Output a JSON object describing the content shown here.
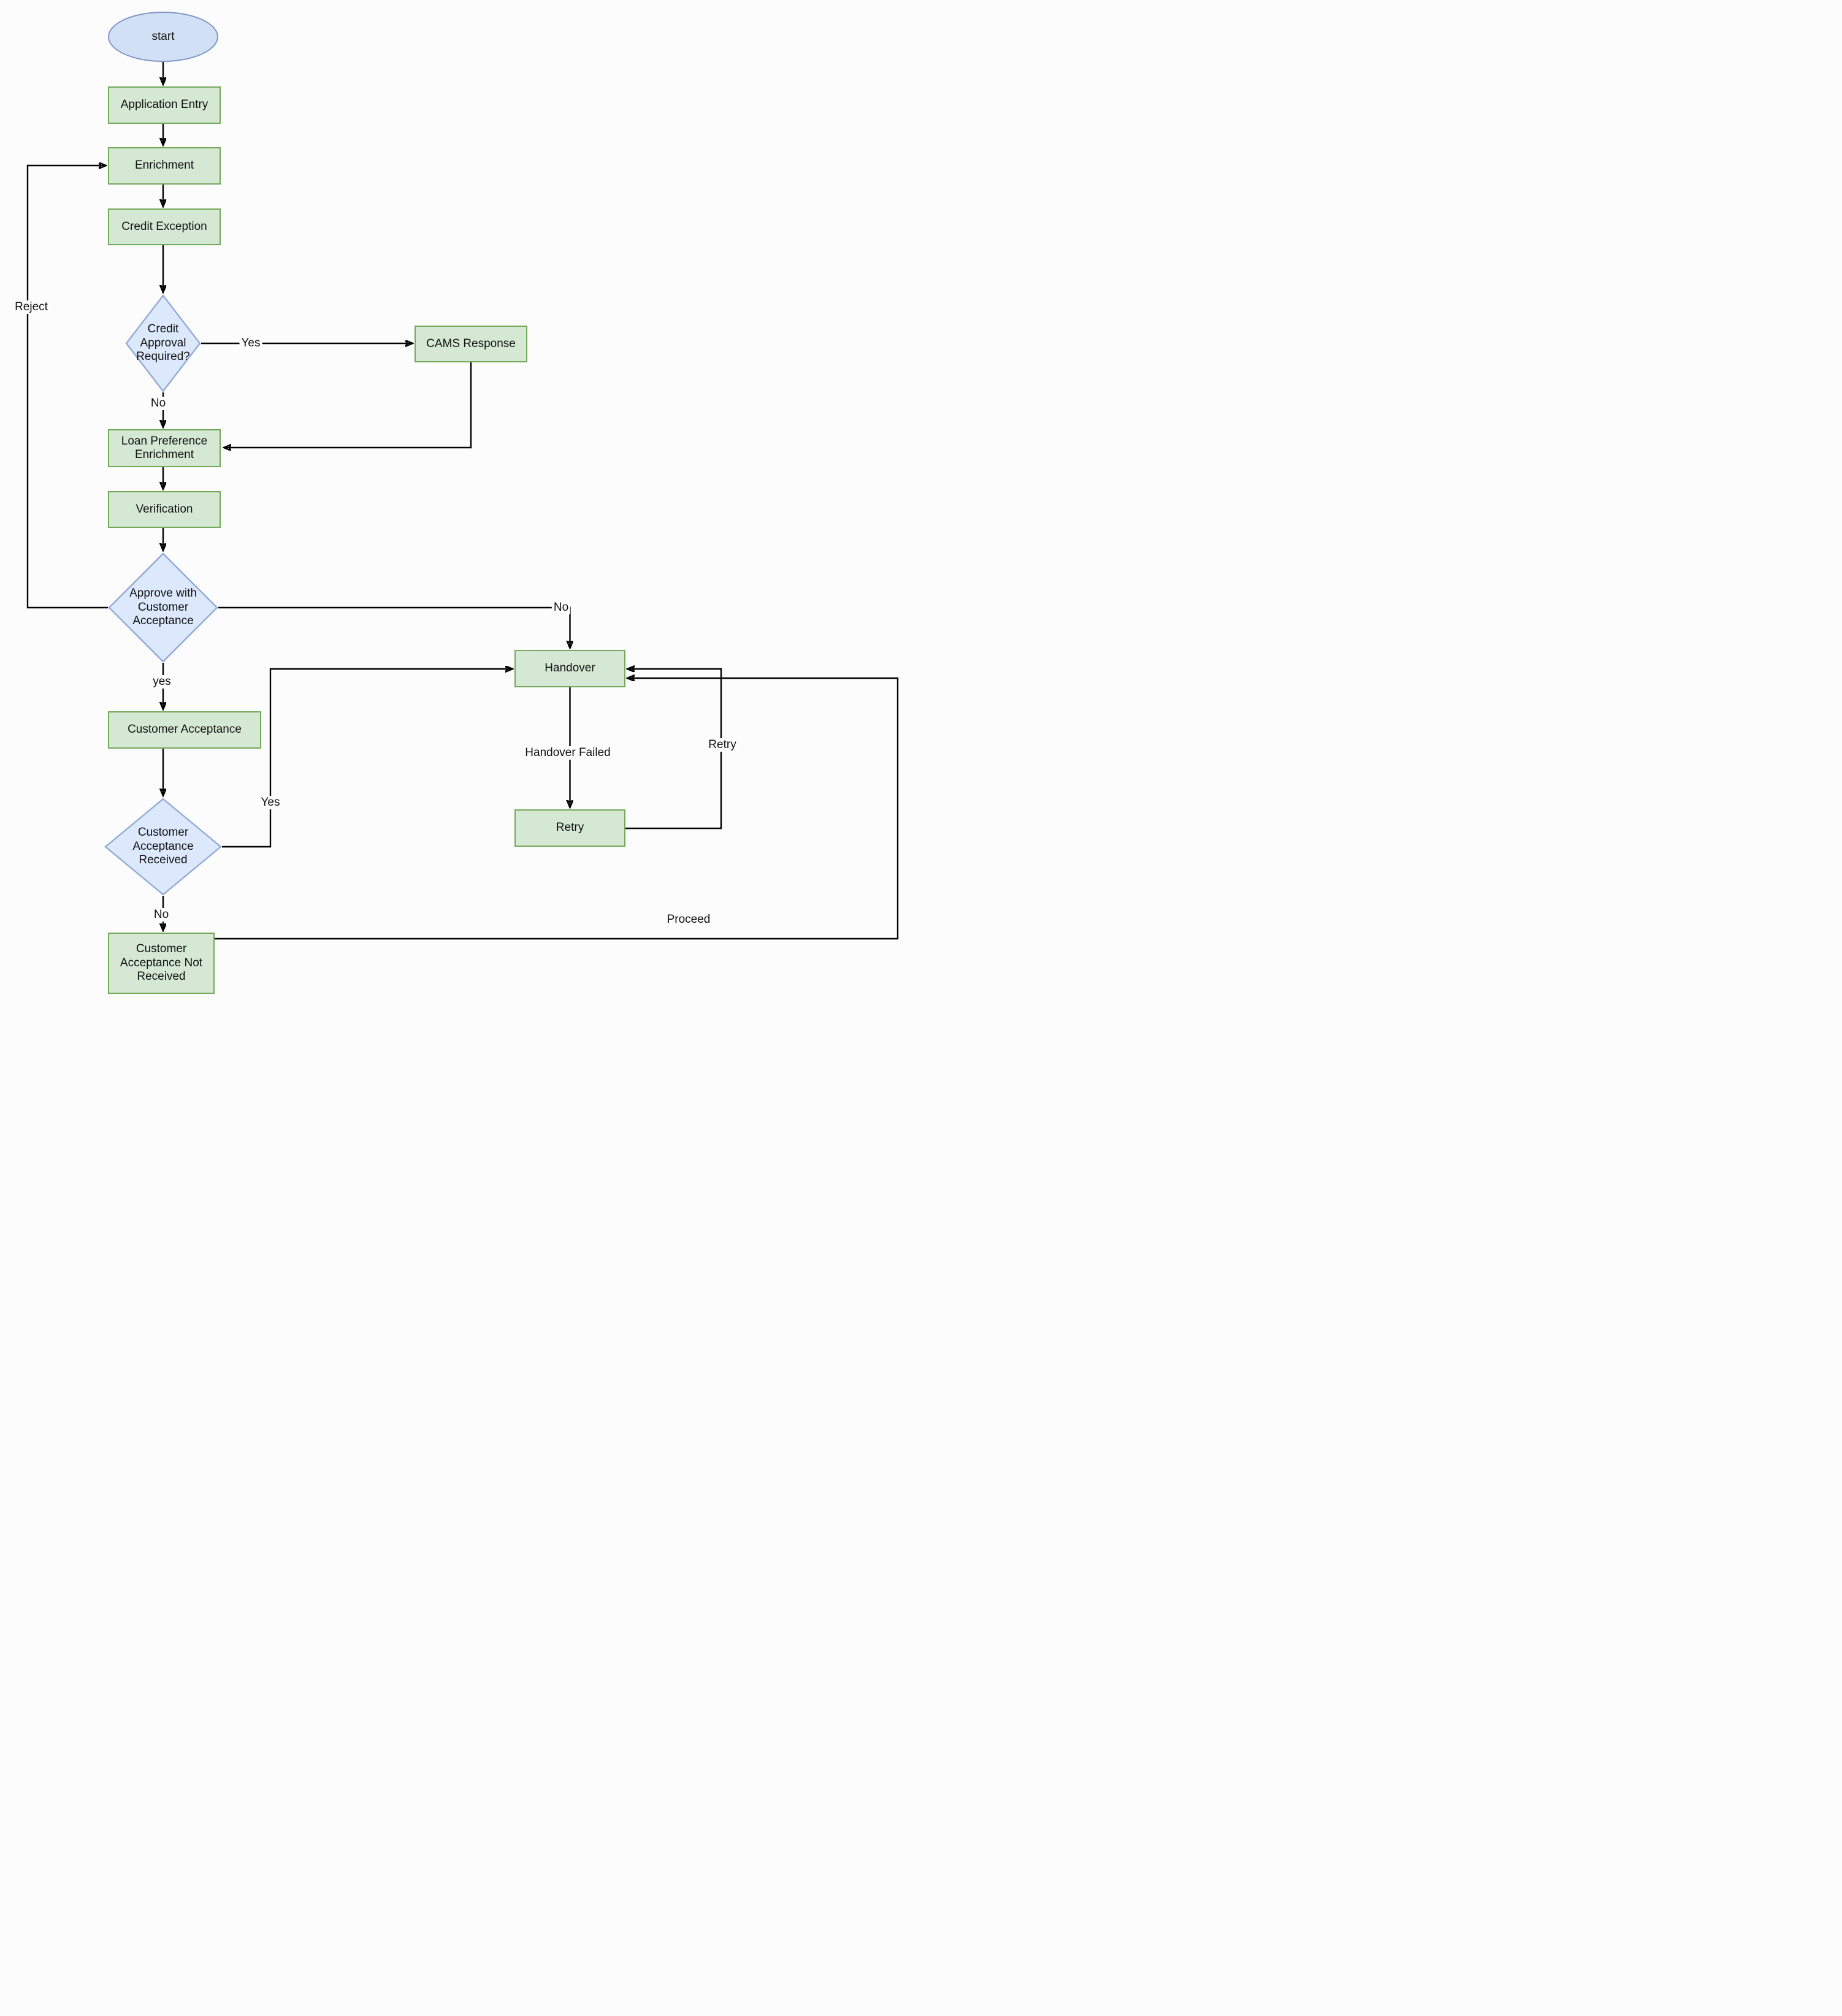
{
  "diagram": {
    "title": "",
    "nodes": [
      {
        "id": "start",
        "label": "start",
        "shape": "ellipse"
      },
      {
        "id": "application_entry",
        "label": "Application Entry",
        "shape": "rect"
      },
      {
        "id": "enrichment",
        "label": "Enrichment",
        "shape": "rect"
      },
      {
        "id": "credit_exception",
        "label": "Credit Exception",
        "shape": "rect"
      },
      {
        "id": "credit_approval_required",
        "label": "Credit Approval Required?",
        "shape": "diamond"
      },
      {
        "id": "cams_response",
        "label": "CAMS Response",
        "shape": "rect"
      },
      {
        "id": "loan_preference_enrichment",
        "label": "Loan Preference Enrichment",
        "shape": "rect"
      },
      {
        "id": "verification",
        "label": "Verification",
        "shape": "rect"
      },
      {
        "id": "approve_with_customer_acceptance",
        "label": "Approve with Customer Acceptance",
        "shape": "diamond"
      },
      {
        "id": "customer_acceptance",
        "label": "Customer Acceptance",
        "shape": "rect"
      },
      {
        "id": "customer_acceptance_received",
        "label": "Customer Acceptance Received",
        "shape": "diamond"
      },
      {
        "id": "customer_acceptance_not_received",
        "label": "Customer Acceptance Not Received",
        "shape": "rect"
      },
      {
        "id": "handover",
        "label": "Handover",
        "shape": "rect"
      },
      {
        "id": "retry",
        "label": "Retry",
        "shape": "rect"
      }
    ],
    "edges": [
      {
        "from": "start",
        "to": "application_entry",
        "label": ""
      },
      {
        "from": "application_entry",
        "to": "enrichment",
        "label": ""
      },
      {
        "from": "enrichment",
        "to": "credit_exception",
        "label": ""
      },
      {
        "from": "credit_exception",
        "to": "credit_approval_required",
        "label": ""
      },
      {
        "from": "credit_approval_required",
        "to": "cams_response",
        "label": "Yes"
      },
      {
        "from": "credit_approval_required",
        "to": "loan_preference_enrichment",
        "label": "No"
      },
      {
        "from": "cams_response",
        "to": "loan_preference_enrichment",
        "label": ""
      },
      {
        "from": "loan_preference_enrichment",
        "to": "verification",
        "label": ""
      },
      {
        "from": "verification",
        "to": "approve_with_customer_acceptance",
        "label": ""
      },
      {
        "from": "approve_with_customer_acceptance",
        "to": "enrichment",
        "label": "Reject"
      },
      {
        "from": "approve_with_customer_acceptance",
        "to": "handover",
        "label": "No"
      },
      {
        "from": "approve_with_customer_acceptance",
        "to": "customer_acceptance",
        "label": "yes"
      },
      {
        "from": "customer_acceptance",
        "to": "customer_acceptance_received",
        "label": ""
      },
      {
        "from": "customer_acceptance_received",
        "to": "handover",
        "label": "Yes"
      },
      {
        "from": "customer_acceptance_received",
        "to": "customer_acceptance_not_received",
        "label": "No"
      },
      {
        "from": "handover",
        "to": "retry",
        "label": "Handover Failed"
      },
      {
        "from": "retry",
        "to": "handover",
        "label": "Retry"
      },
      {
        "from": "customer_acceptance_not_received",
        "to": "handover",
        "label": "Proceed"
      }
    ],
    "colors": {
      "process_fill": "#d5e8d4",
      "process_border": "#74a85a",
      "decision_fill": "#dce8fb",
      "decision_border": "#93aad8",
      "start_fill": "#d2e0f5",
      "start_border": "#8096c8",
      "edge_line": "#000000",
      "background": "#fcfcfc"
    }
  }
}
